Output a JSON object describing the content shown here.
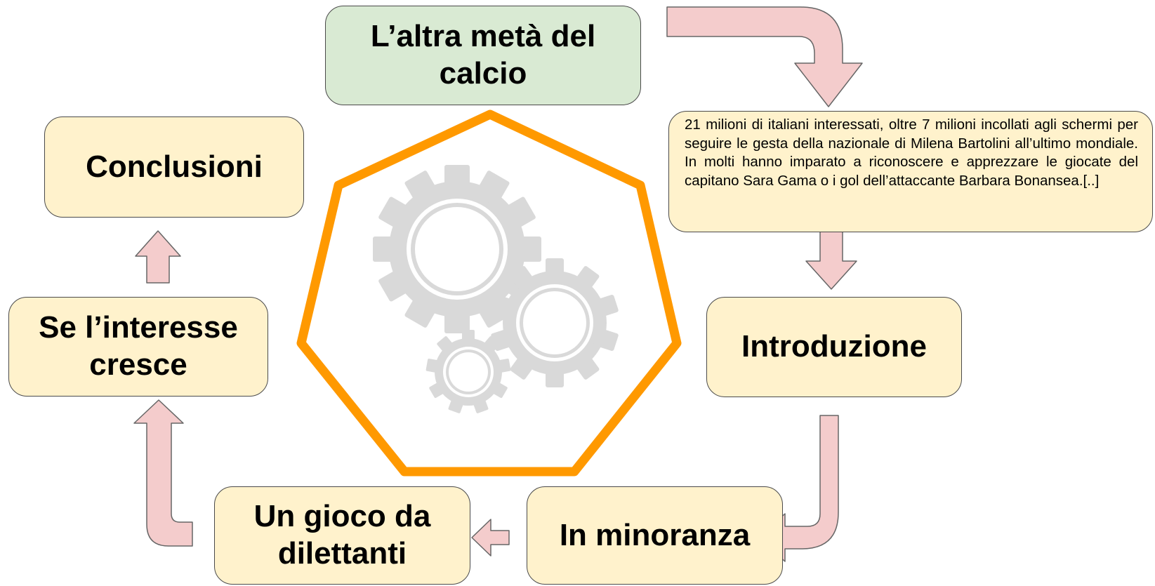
{
  "title": "L’altra metà del calcio",
  "quote": "21 milioni di italiani interessati, oltre 7 milioni incollati agli schermi per seguire le gesta della nazionale di Milena Bartolini all’ultimo mondiale. In molti hanno imparato a riconoscere e apprezzare le giocate del capitano Sara Gama o i gol dell’attaccante Barbara Bonansea.[..]",
  "steps": {
    "introduzione": "Introduzione",
    "minoranza": "In minoranza",
    "gioco": "Un gioco da dilettanti",
    "interesse": "Se l’interesse cresce",
    "conclusioni": "Conclusioni"
  },
  "colors": {
    "step_fill": "#fff2cc",
    "title_fill": "#d9ead3",
    "arrow_fill": "#f4cccc",
    "heptagon_stroke": "#ff9900",
    "gear_fill": "#d9d9d9"
  },
  "icons": [
    "arrow-icon",
    "gears-icon"
  ]
}
